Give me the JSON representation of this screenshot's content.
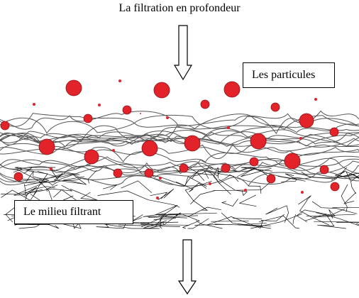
{
  "title": "La filtration en profondeur",
  "labels": {
    "particles": "Les particules",
    "filter_medium": "Le milieu filtrant"
  },
  "colors": {
    "particle": "#e3232a",
    "fiber_dense": "#111111",
    "fiber_loose": "#555555",
    "arrow": "#000000"
  },
  "icons": {
    "flow_in": "down-arrow-icon",
    "flow_out": "down-arrow-icon"
  }
}
